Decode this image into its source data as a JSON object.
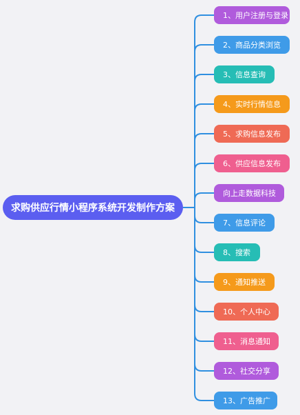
{
  "root": {
    "label": "求购供应行情小程序系统开发制作方案",
    "color": "#5b5ef0"
  },
  "branch_line_color": "#2f8fe0",
  "branches": [
    {
      "label": "1、用户注册与登录",
      "color": "#b05bdc"
    },
    {
      "label": "2、商品分类浏览",
      "color": "#3f9be8"
    },
    {
      "label": "3、信息查询",
      "color": "#26bdb5"
    },
    {
      "label": "4、实时行情信息",
      "color": "#f59a1b"
    },
    {
      "label": "5、求购信息发布",
      "color": "#ef6a55"
    },
    {
      "label": "6、供应信息发布",
      "color": "#ef5f8f"
    },
    {
      "label": "向上走数据科技",
      "color": "#b05bdc"
    },
    {
      "label": "7、信息评论",
      "color": "#3f9be8"
    },
    {
      "label": "8、搜索",
      "color": "#26bdb5"
    },
    {
      "label": "9、通知推送",
      "color": "#f59a1b"
    },
    {
      "label": "10、个人中心",
      "color": "#ef6a55"
    },
    {
      "label": "11、消息通知",
      "color": "#ef5f8f"
    },
    {
      "label": "12、社交分享",
      "color": "#b05bdc"
    },
    {
      "label": "13、广告推广",
      "color": "#3f9be8"
    }
  ]
}
